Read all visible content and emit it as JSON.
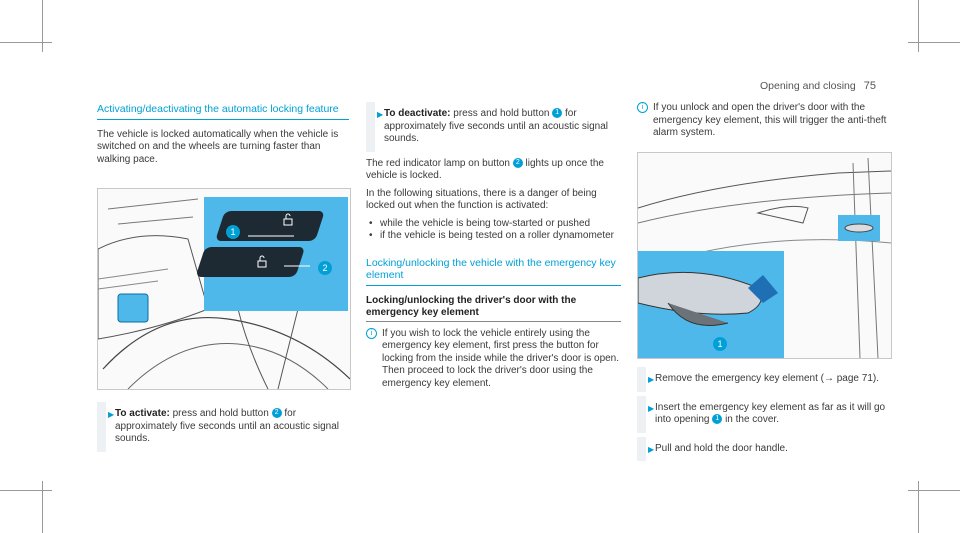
{
  "header": {
    "section": "Opening and closing",
    "page_number": "75"
  },
  "left": {
    "heading": "Activating/deactivating the automatic locking feature",
    "intro": "The vehicle is locked automatically when the vehicle is switched on and the wheels are turning faster than walking pace.",
    "figure": {
      "callout_1": "1",
      "callout_2": "2"
    },
    "step": {
      "label": "To activate:",
      "text_a": "press and hold button",
      "badge": "2",
      "text_b": "for approximately five seconds until an acoustic signal sounds."
    }
  },
  "middle": {
    "step": {
      "label": "To deactivate:",
      "text_a": "press and hold button",
      "badge": "1",
      "text_b": "for approximately five seconds until an acoustic signal sounds."
    },
    "p1_a": "The red indicator lamp on button",
    "p1_badge": "2",
    "p1_b": "lights up once the vehicle is locked.",
    "p2": "In the following situations, there is a danger of being locked out when the function is activated:",
    "bullets": [
      "while the vehicle is being tow-started or pushed",
      "if the vehicle is being tested on a roller dynamometer"
    ],
    "heading2": "Locking/unlocking the vehicle with the emergency key element",
    "subheading": "Locking/unlocking the driver's door with the emergency key element",
    "note": "If you wish to lock the vehicle entirely using the emergency key element, first press the button for locking from the inside while the driver's door is open. Then proceed to lock the driver's door using the emergency key element."
  },
  "right": {
    "note": "If you unlock and open the driver's door with the emergency key element, this will trigger the anti-theft alarm system.",
    "figure": {
      "callout_1": "1"
    },
    "steps": [
      {
        "text": "Remove the emergency key element (→ page 71)."
      },
      {
        "text_a": "Insert the emergency key element as far as it will go into opening",
        "badge": "1",
        "text_b": "in the cover."
      },
      {
        "text": "Pull and hold the door handle."
      }
    ]
  },
  "colors": {
    "accent": "#00a0d6",
    "figure_inset": "#4fb8ea",
    "bar": "#eef1f3"
  },
  "icons": [
    "arrow-step-icon",
    "info-icon",
    "callout-badge-icon",
    "lock-icon",
    "unlock-icon"
  ]
}
